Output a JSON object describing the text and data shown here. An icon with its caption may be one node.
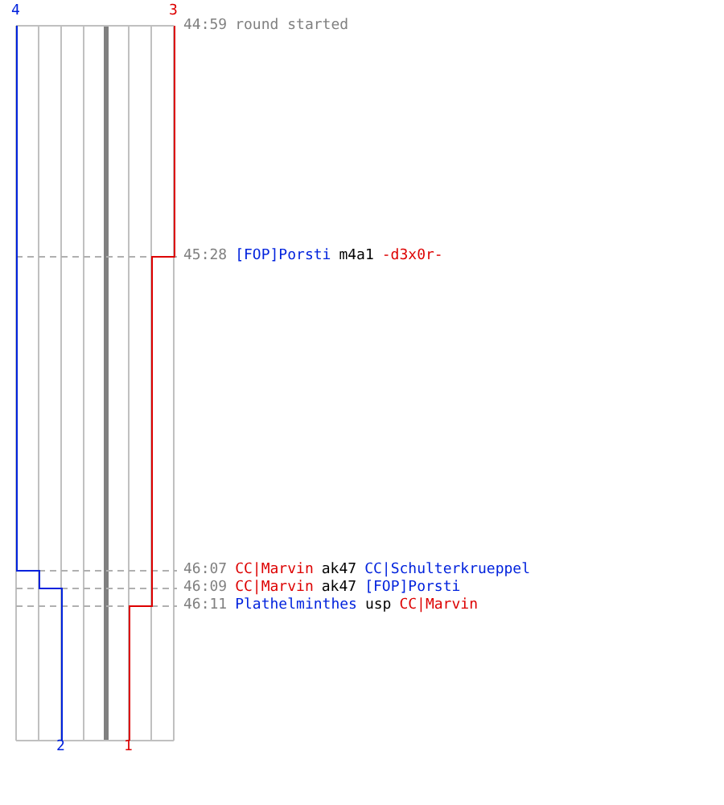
{
  "diagram": {
    "labels": [
      "4",
      "3",
      "44:59",
      "round started",
      "45:28",
      "[FOP]Porsti",
      "m4a1",
      "-d3x0r-",
      "46:07",
      "CC|Marvin",
      "ak47",
      "CC|Schulterkrueppel",
      "46:09",
      "CC|Marvin",
      "ak47",
      "[FOP]Porsti",
      "46:11",
      "Plathelminthes",
      "usp",
      "CC|Marvin",
      "2",
      "1"
    ]
  }
}
